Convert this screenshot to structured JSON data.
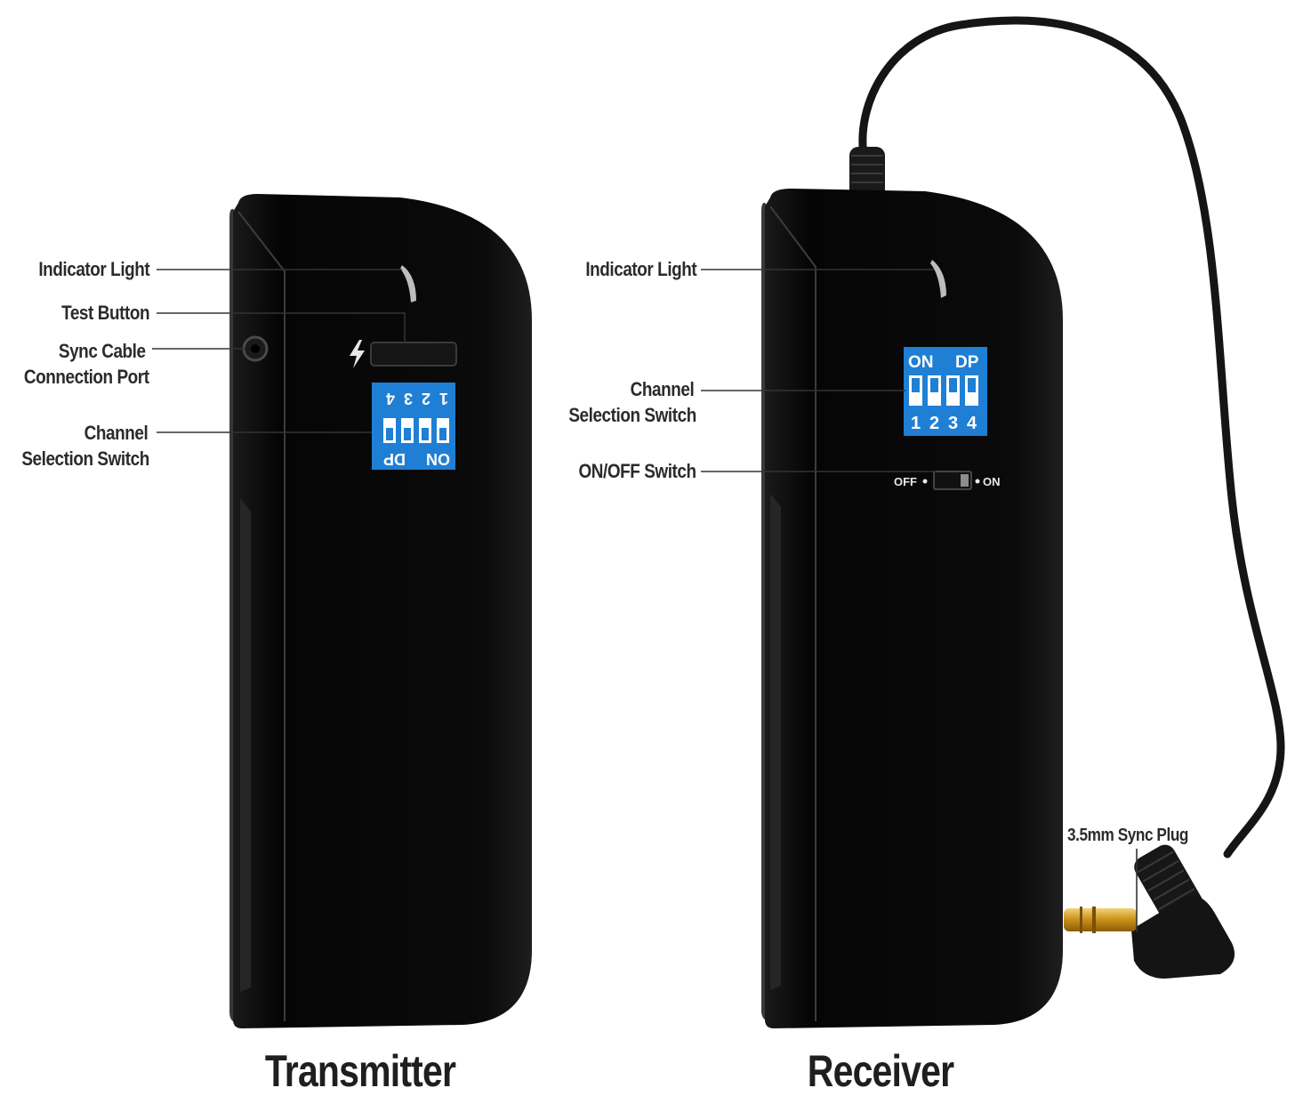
{
  "transmitter": {
    "caption": "Transmitter",
    "labels": {
      "indicator_light": "Indicator Light",
      "test_button": "Test Button",
      "sync_port_line1": "Sync Cable",
      "sync_port_line2": "Connection Port",
      "channel_line1": "Channel",
      "channel_line2": "Selection Switch"
    },
    "dip": {
      "on": "ON",
      "dp": "DP",
      "numbers": [
        "1",
        "2",
        "3",
        "4"
      ]
    }
  },
  "receiver": {
    "caption": "Receiver",
    "labels": {
      "indicator_light": "Indicator Light",
      "channel_line1": "Channel",
      "channel_line2": "Selection Switch",
      "onoff_switch": "ON/OFF Switch",
      "sync_plug": "3.5mm Sync Plug"
    },
    "dip": {
      "on": "ON",
      "dp": "DP",
      "numbers": [
        "1",
        "2",
        "3",
        "4"
      ]
    },
    "power": {
      "off": "OFF",
      "on": "ON"
    }
  },
  "colors": {
    "body": "#0a0a0a",
    "edge": "#2a2a2a",
    "dip_blue": "#1f7fd4",
    "label_text": "#2b2b2b",
    "leader_line": "#333333",
    "plug_gold": "#d9a520"
  }
}
